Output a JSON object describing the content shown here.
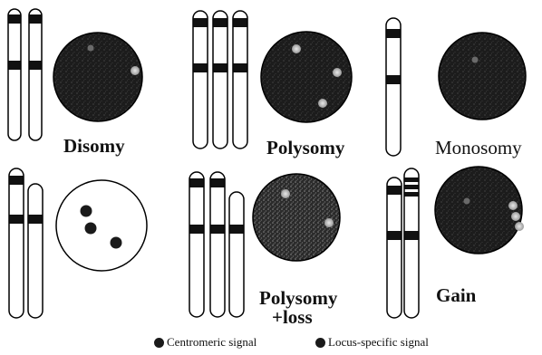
{
  "panels": [
    {
      "label": "Disomy"
    },
    {
      "label": "Polysomy"
    },
    {
      "label": "Monosomy"
    },
    {
      "label": "",
      "nucleus_style": "light"
    },
    {
      "label": "Polysomy",
      "label2": "+loss"
    },
    {
      "label": "Gain"
    }
  ],
  "legend": {
    "centromeric": "Centromeric signal",
    "locus_specific": "Locus-specific signal"
  },
  "colors": {
    "nucleus_dark": "#1c1c1c",
    "nucleus_light": "#ffffff",
    "signal_bright": "#bdbdbd",
    "signal_dark": "#1a1a1a",
    "outline": "#000000"
  }
}
